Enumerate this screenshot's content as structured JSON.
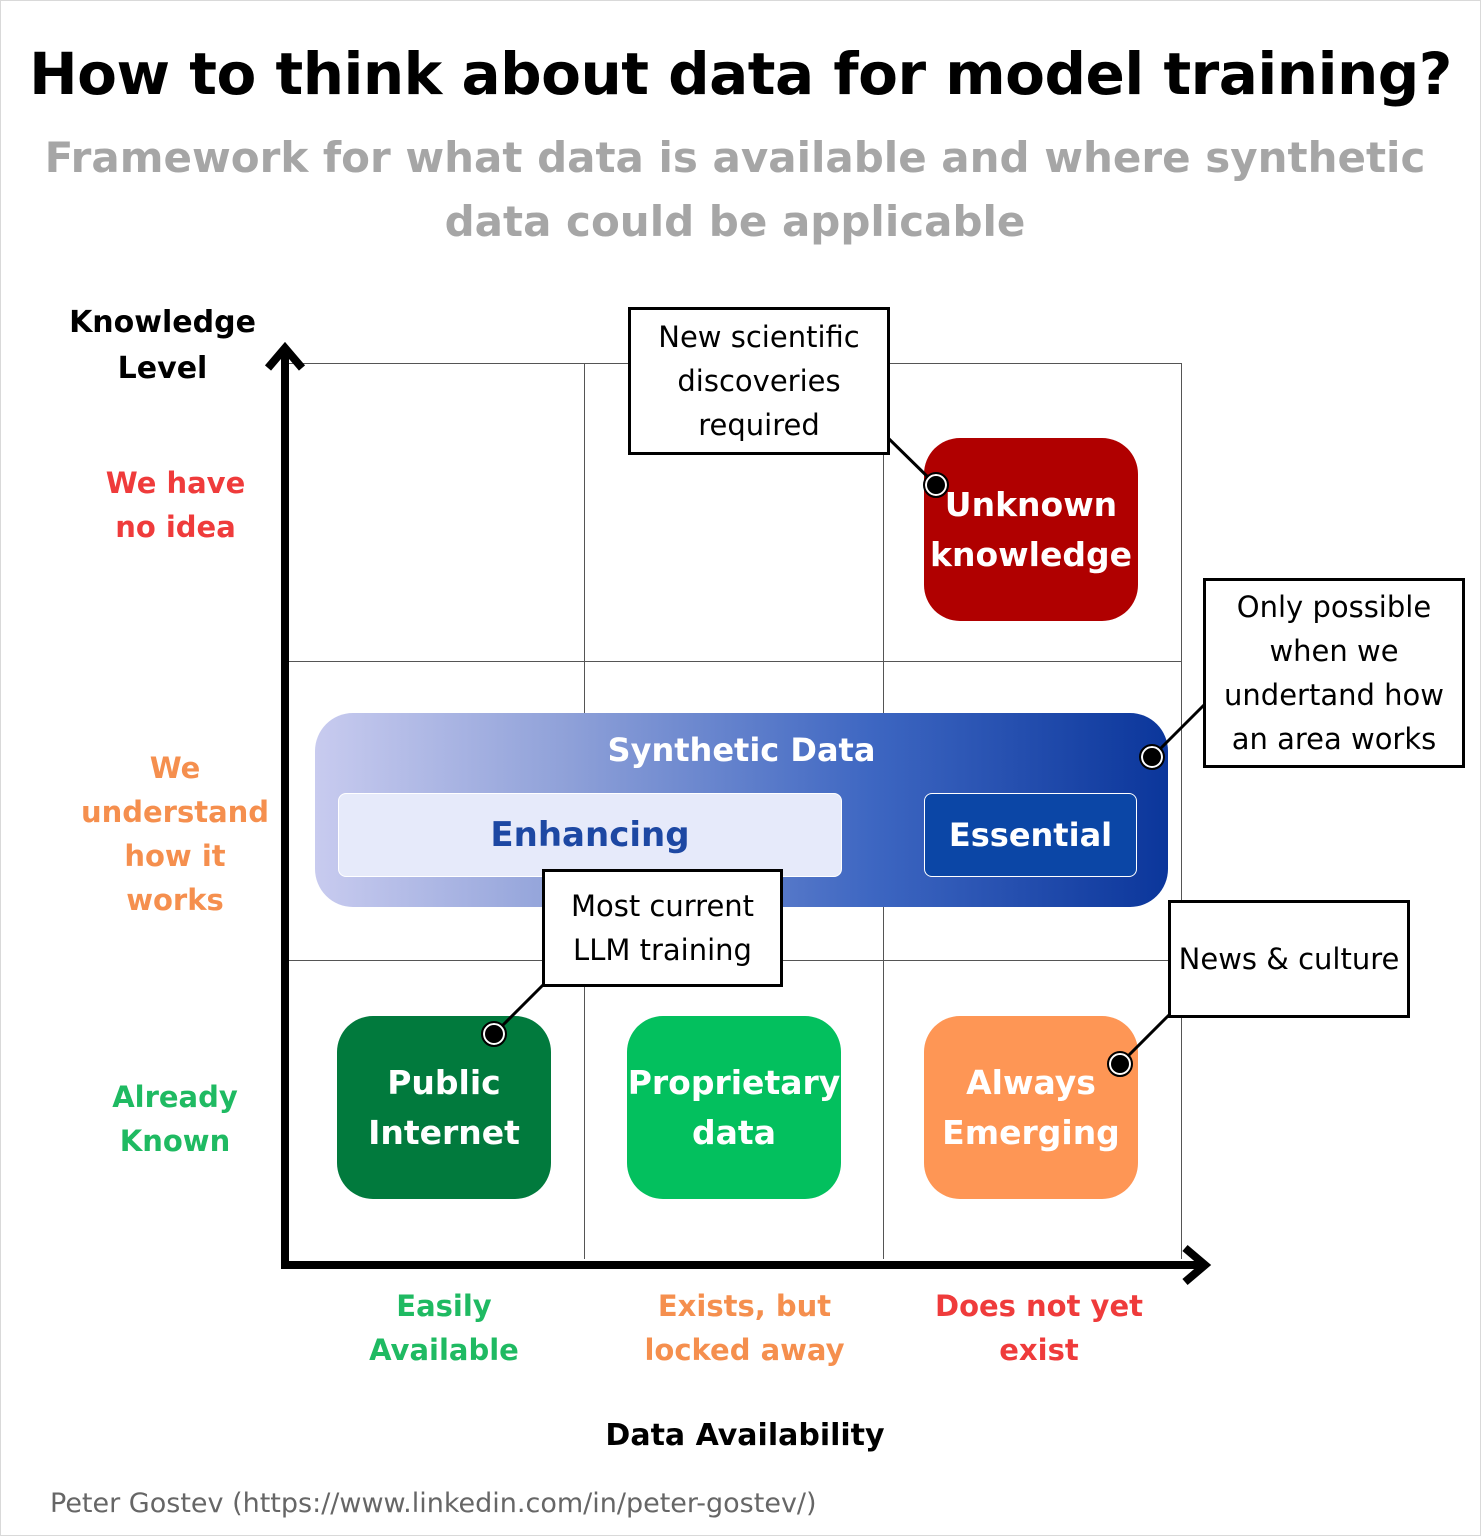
{
  "title": "How to think about data for model training?",
  "subtitle": "Framework for what data is available and where synthetic data could be applicable",
  "y_axis": {
    "title": "Knowledge Level",
    "levels": [
      {
        "label": "We have no idea",
        "color": "#ef3b3b"
      },
      {
        "label": "We understand how it works",
        "color": "#f58f4e"
      },
      {
        "label": "Already Known",
        "color": "#1fba62"
      }
    ]
  },
  "x_axis": {
    "title": "Data Availability",
    "levels": [
      {
        "label": "Easily Available",
        "color": "#1fba62"
      },
      {
        "label": "Exists, but locked away",
        "color": "#f58f4e"
      },
      {
        "label": "Does not yet exist",
        "color": "#ef3b3b"
      }
    ]
  },
  "tiles": {
    "unknown": {
      "label": "Unknown knowledge",
      "color": "#b00000"
    },
    "public": {
      "label": "Public Internet",
      "color": "#017a3d"
    },
    "proprietary": {
      "label": "Proprietary data",
      "color": "#03c05e"
    },
    "emerging": {
      "label": "Always Emerging",
      "color": "#fe9655"
    }
  },
  "synthetic": {
    "title": "Synthetic Data",
    "enhancing": "Enhancing",
    "essential": "Essential"
  },
  "callouts": {
    "scientific": "New scientific discoveries required",
    "possible": "Only possible when we undertand how an area works",
    "llm": "Most current LLM training",
    "news": "News & culture"
  },
  "credit": "Peter Gostev (https://www.linkedin.com/in/peter-gostev/)"
}
